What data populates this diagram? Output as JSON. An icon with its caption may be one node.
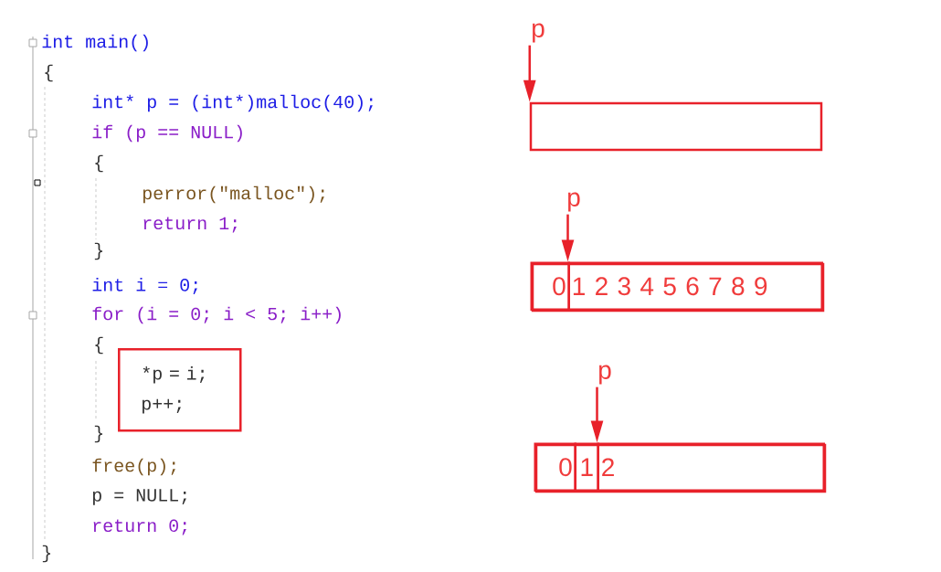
{
  "diagram": {
    "nodes": [
      {
        "text": [
          "p"
        ]
      },
      {
        "text": [],
        "shape": "box"
      },
      {
        "text": [
          "p"
        ]
      },
      {
        "text": [],
        "shape": "box"
      },
      {
        "text": [
          "0"
        ],
        "in": 3
      },
      {
        "text": [
          "1 2 3 4 5 6 7 8 9"
        ],
        "in": 3
      },
      {
        "text": [
          "*p = i;",
          "p++;"
        ]
      },
      {
        "text": [
          "p"
        ]
      },
      {
        "text": [],
        "shape": "box"
      },
      {
        "text": [
          "0"
        ],
        "in": 8
      },
      {
        "text": [
          "1"
        ],
        "in": 8
      },
      {
        "text": [
          "2"
        ],
        "in": 8
      }
    ],
    "edges": [
      {
        "from": 0,
        "to": 1,
        "arrow": "to"
      },
      {
        "from": 2,
        "to": 5,
        "arrow": "to"
      },
      {
        "from": 7,
        "to": 11,
        "arrow": "to"
      }
    ],
    "labels": [
      "int main()",
      "{",
      "int* p = (int*)malloc(40);",
      "if (p == NULL)",
      "{",
      "perror(\"malloc\");",
      "return 1;",
      "}",
      "int i = 0;",
      "for (i = 0; i < 5; i++)",
      "{",
      "}",
      "free(p);",
      "p = NULL;",
      "return 0;",
      "}"
    ]
  }
}
